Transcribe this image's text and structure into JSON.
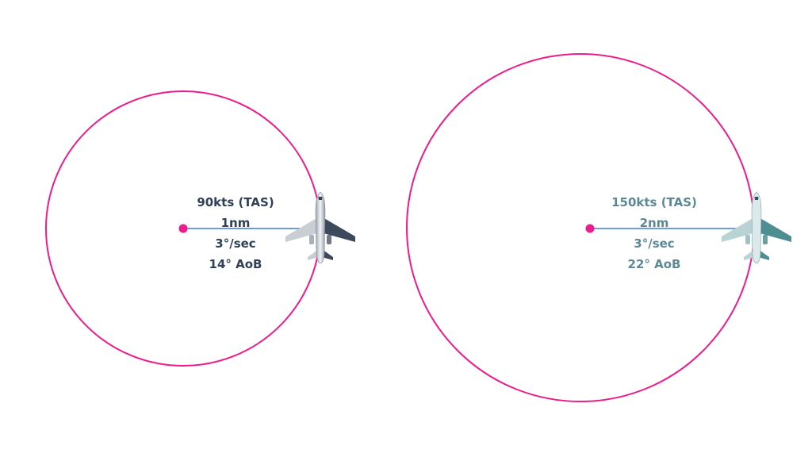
{
  "diagrams": [
    {
      "speed": "90kts (TAS)",
      "radius": "1nm",
      "rate": "3°/sec",
      "bank": "14° AoB"
    },
    {
      "speed": "150kts (TAS)",
      "radius": "2nm",
      "rate": "3°/sec",
      "bank": "22° AoB"
    }
  ],
  "colors": {
    "circle": "#ec1c8c",
    "radius_line": "#3b7bd4",
    "center_dot": "#ec1c8c",
    "label_left": "#2f4157",
    "label_right": "#5d8896",
    "aircraft_left_wing": "#3d4a5c",
    "aircraft_right_wing": "#4e8e92"
  },
  "icons": {
    "aircraft": "airplane-top-view-icon"
  }
}
